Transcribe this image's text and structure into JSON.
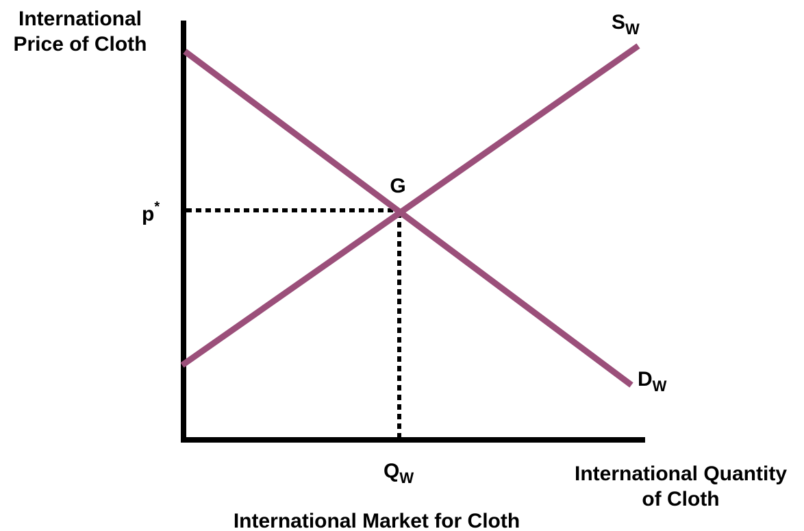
{
  "diagram": {
    "title": "International Market for Cloth",
    "y_axis_label_line1": "International",
    "y_axis_label_line2": "Price of Cloth",
    "x_axis_label_line1": "International Quantity",
    "x_axis_label_line2": "of Cloth",
    "price_label": "p",
    "price_label_sup": "*",
    "quantity_label": "Q",
    "quantity_label_sub": "W",
    "equilibrium_label": "G",
    "supply_label": "S",
    "supply_label_sub": "W",
    "demand_label": "D",
    "demand_label_sub": "W",
    "curve_color": "#9B4F7A",
    "axis_color": "#000000"
  }
}
